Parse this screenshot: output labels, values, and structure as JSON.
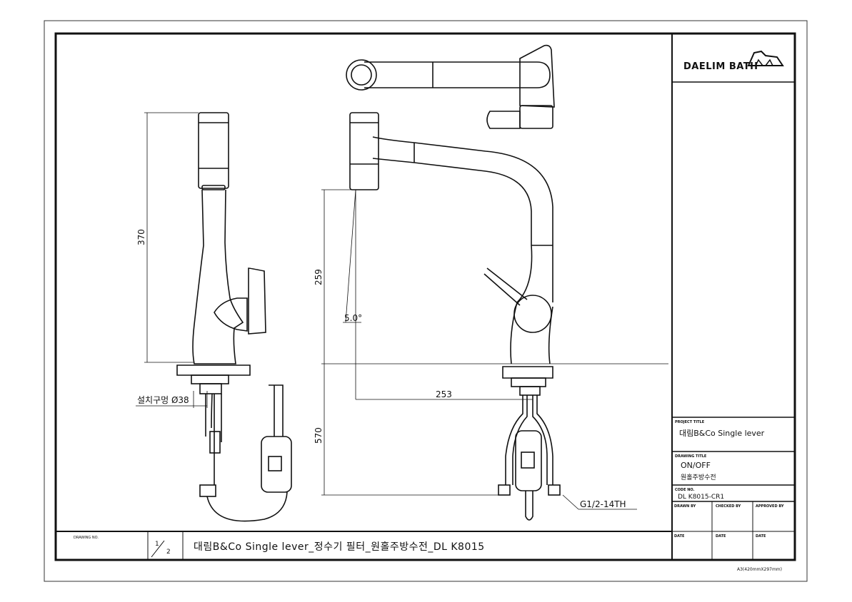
{
  "title_block": {
    "brand": "DAELIM BATH",
    "project_title_label": "PROJECT TITLE",
    "project_title": "대림B&Co Single lever",
    "drawing_title_label": "DRAWING TITLE",
    "drawing_title_line1": "ON/OFF",
    "drawing_title_line2": "원홀주방수전",
    "code_no_label": "CODE NO.",
    "code_no": "DL K8015-CR1",
    "drawn_by_label": "DRAWN BY",
    "checked_by_label": "CHECKED BY",
    "approved_by_label": "APPROVED BY",
    "date_label_1": "DATE",
    "date_label_2": "DATE",
    "date_label_3": "DATE",
    "sheet_size": "A3(420mmX297mm)"
  },
  "bottom_bar": {
    "drawing_no_label": "DRAWING NO.",
    "sheet_num": "1",
    "sheet_total": "2",
    "drawing_name": "대림B&Co Single lever_정수기 필터_원홀주방수전_DL K8015"
  },
  "dimensions": {
    "height_total": "370",
    "spout_height": "259",
    "angle": "5.0°",
    "reach": "253",
    "below_deck": "570",
    "hole_label": "설치구멍 Ø38",
    "thread_label": "G1/2-14TH"
  }
}
